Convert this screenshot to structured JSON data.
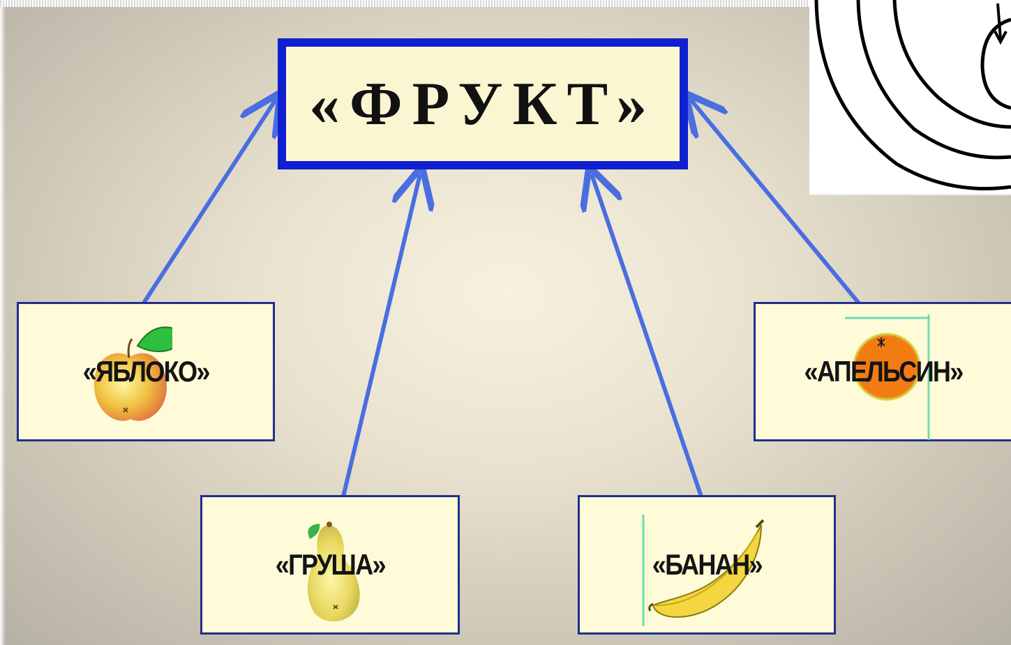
{
  "diagram": {
    "root": {
      "label": "«ФРУКТ»"
    },
    "children": [
      {
        "id": "apple",
        "label": "«ЯБЛОКО»",
        "icon": "apple-icon"
      },
      {
        "id": "pear",
        "label": "«ГРУША»",
        "icon": "pear-icon"
      },
      {
        "id": "banana",
        "label": "«БАНАН»",
        "icon": "banana-icon"
      },
      {
        "id": "orange",
        "label": "«АПЕЛЬСИН»",
        "icon": "orange-icon"
      }
    ],
    "edges": [
      {
        "from": "apple",
        "to": "root"
      },
      {
        "from": "pear",
        "to": "root"
      },
      {
        "from": "banana",
        "to": "root"
      },
      {
        "from": "orange",
        "to": "root"
      }
    ]
  },
  "colors": {
    "root_border": "#1020d0",
    "box_border": "#1f2f8c",
    "box_fill": "#fffbd8",
    "arrow": "#4a6ee0"
  },
  "corner_inset": {
    "icon": "concentric-circles-icon"
  }
}
